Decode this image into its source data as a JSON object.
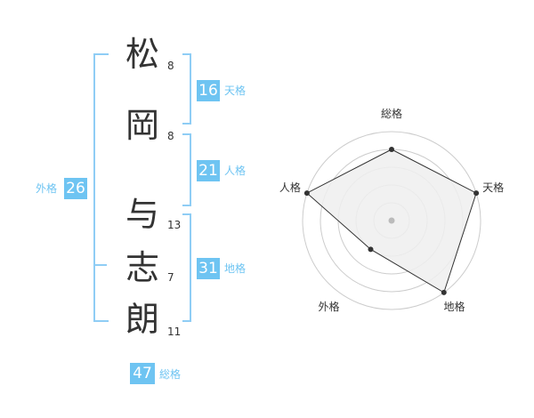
{
  "name": [
    {
      "char": "松",
      "strokes": "8"
    },
    {
      "char": "岡",
      "strokes": "8"
    },
    {
      "char": "与",
      "strokes": "13"
    },
    {
      "char": "志",
      "strokes": "7"
    },
    {
      "char": "朗",
      "strokes": "11"
    }
  ],
  "fortunes": {
    "tenkaku": {
      "value": "16",
      "label": "天格"
    },
    "jinkaku": {
      "value": "21",
      "label": "人格"
    },
    "chikaku": {
      "value": "31",
      "label": "地格"
    },
    "gaikaku": {
      "value": "26",
      "label": "外格"
    },
    "soukaku": {
      "value": "47",
      "label": "総格"
    }
  },
  "chart_data": {
    "type": "radar",
    "axes": [
      "総格",
      "天格",
      "地格",
      "外格",
      "人格"
    ],
    "values": [
      4,
      5,
      5,
      2,
      5
    ],
    "max": 5,
    "rings": 5,
    "colors": {
      "fill": "#eeeeee",
      "line": "#333333",
      "grid": "#cccccc",
      "center": "#bbbbbb"
    }
  },
  "colors": {
    "accent": "#6ec4f2",
    "bracket": "#8fcdf5",
    "text": "#333333"
  }
}
